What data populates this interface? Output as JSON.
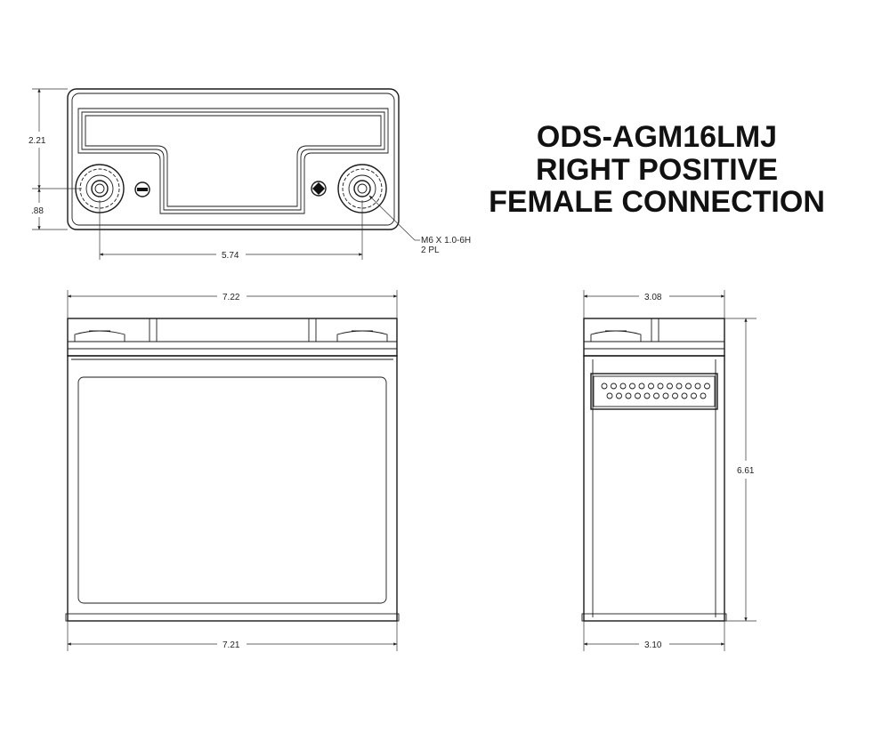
{
  "title": {
    "line1": "ODS-AGM16LMJ",
    "line2": "RIGHT POSITIVE",
    "line3": "FEMALE CONNECTION"
  },
  "top_view": {
    "dim_height": "2.21",
    "dim_terminal_offset": ".88",
    "dim_terminal_spacing": "5.74",
    "thread_note_line1": "M6 X 1.0-6H",
    "thread_note_line2": "2 PL",
    "negative_symbol": "minus-icon",
    "positive_symbol": "plus-icon"
  },
  "front_view": {
    "dim_top_width": "7.22",
    "dim_bottom_width": "7.21"
  },
  "side_view": {
    "dim_top_width": "3.08",
    "dim_height": "6.61",
    "dim_bottom_width": "3.10"
  }
}
